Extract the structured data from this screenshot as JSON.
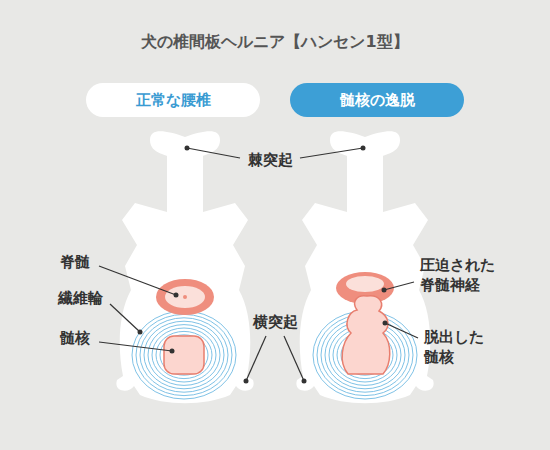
{
  "diagram": {
    "title": "犬の椎間板ヘルニア【ハンセン1型】",
    "nodes": [
      {
        "text": [
          "正常な腰椎"
        ]
      },
      {
        "text": [
          "髄核の逸脱"
        ]
      }
    ],
    "labels": [
      "棘突起",
      "脊髄",
      "圧迫された 脊髄神経",
      "繊維輪",
      "横突起",
      "脱出した 髄核",
      "髄核"
    ]
  }
}
